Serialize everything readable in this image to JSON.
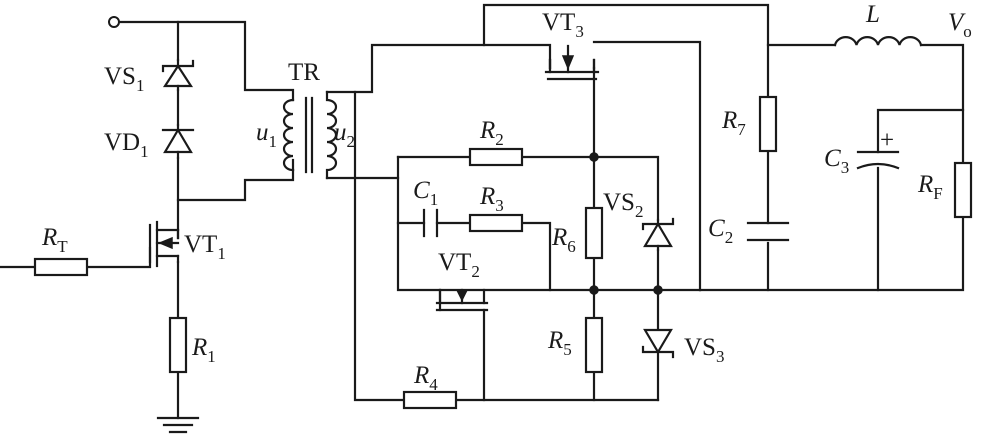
{
  "components": {
    "vs1": {
      "name": "VS",
      "sub": "1"
    },
    "vd1": {
      "name": "VD",
      "sub": "1"
    },
    "tr": {
      "name": "TR"
    },
    "u1": {
      "name": "u",
      "sub": "1"
    },
    "u2": {
      "name": "u",
      "sub": "2"
    },
    "vt1": {
      "name": "VT",
      "sub": "1"
    },
    "rt": {
      "name": "R",
      "sub": "T"
    },
    "r1": {
      "name": "R",
      "sub": "1"
    },
    "vt3": {
      "name": "VT",
      "sub": "3"
    },
    "r2": {
      "name": "R",
      "sub": "2"
    },
    "c1": {
      "name": "C",
      "sub": "1"
    },
    "r3": {
      "name": "R",
      "sub": "3"
    },
    "vt2": {
      "name": "VT",
      "sub": "2"
    },
    "r6": {
      "name": "R",
      "sub": "6"
    },
    "vs2": {
      "name": "VS",
      "sub": "2"
    },
    "r5": {
      "name": "R",
      "sub": "5"
    },
    "vs3": {
      "name": "VS",
      "sub": "3"
    },
    "r4": {
      "name": "R",
      "sub": "4"
    },
    "r7": {
      "name": "R",
      "sub": "7"
    },
    "c2": {
      "name": "C",
      "sub": "2"
    },
    "l": {
      "name": "L"
    },
    "vo": {
      "name": "V",
      "sub": "o"
    },
    "c3": {
      "name": "C",
      "sub": "3"
    },
    "c3_polarity": "+",
    "rf": {
      "name": "R",
      "sub": "F"
    }
  }
}
